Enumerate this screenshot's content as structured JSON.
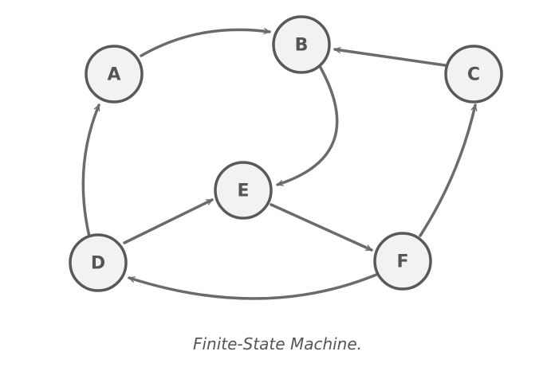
{
  "diagram": {
    "nodes": [
      {
        "id": "A",
        "label": "A"
      },
      {
        "id": "B",
        "label": "B"
      },
      {
        "id": "C",
        "label": "C"
      },
      {
        "id": "D",
        "label": "D"
      },
      {
        "id": "E",
        "label": "E"
      },
      {
        "id": "F",
        "label": "F"
      }
    ],
    "edges": [
      {
        "from": "A",
        "to": "B"
      },
      {
        "from": "C",
        "to": "B"
      },
      {
        "from": "B",
        "to": "E"
      },
      {
        "from": "D",
        "to": "A"
      },
      {
        "from": "D",
        "to": "E"
      },
      {
        "from": "E",
        "to": "F"
      },
      {
        "from": "F",
        "to": "C"
      },
      {
        "from": "F",
        "to": "D"
      }
    ]
  },
  "caption": "Finite-State Machine.",
  "colors": {
    "stroke": "#595959",
    "edge": "#6b6b6b",
    "node_fill": "#f2f2f2",
    "text": "#555555"
  }
}
